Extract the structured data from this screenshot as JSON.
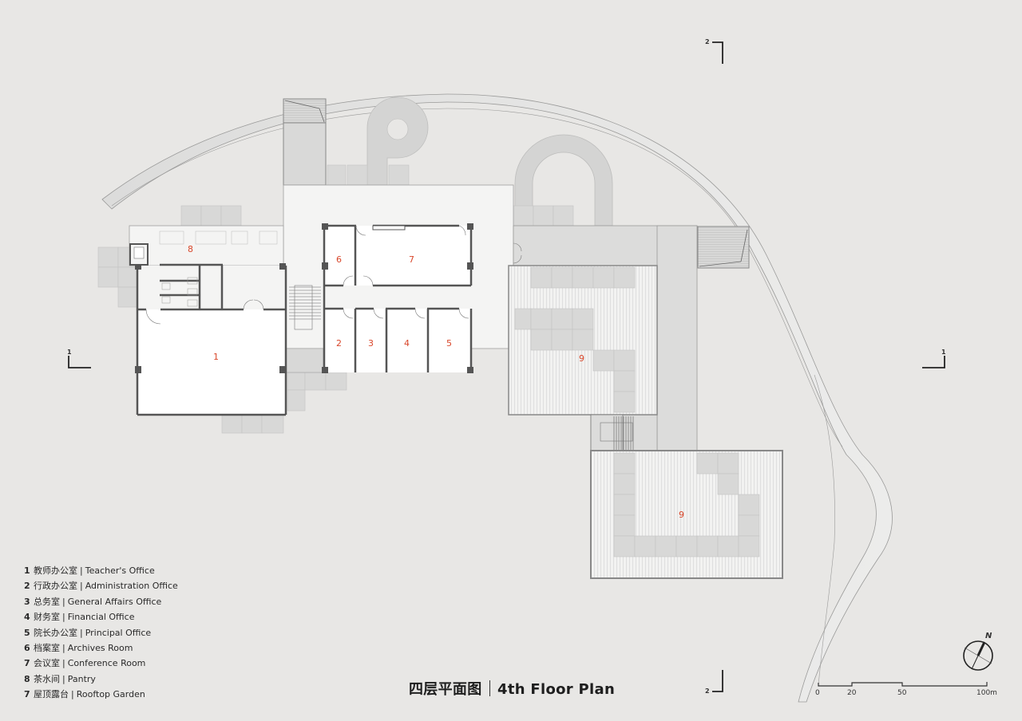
{
  "title": {
    "zh": "四层平面图",
    "en": "4th Floor Plan"
  },
  "legend": [
    {
      "num": "1",
      "zh": "教师办公室",
      "en": "Teacher's Office"
    },
    {
      "num": "2",
      "zh": "行政办公室",
      "en": "Administration Office"
    },
    {
      "num": "3",
      "zh": "总务室",
      "en": "General Affairs Office"
    },
    {
      "num": "4",
      "zh": "财务室",
      "en": "Financial Office"
    },
    {
      "num": "5",
      "zh": "院长办公室",
      "en": "Principal Office"
    },
    {
      "num": "6",
      "zh": "档案室",
      "en": "Archives Room"
    },
    {
      "num": "7",
      "zh": "会议室",
      "en": "Conference Room"
    },
    {
      "num": "8",
      "zh": "茶水间",
      "en": "Pantry"
    },
    {
      "num": "7",
      "zh": "屋顶露台",
      "en": "Rooftop Garden"
    }
  ],
  "room_labels": {
    "r1": "1",
    "r2": "2",
    "r3": "3",
    "r4": "4",
    "r5": "5",
    "r6": "6",
    "r7": "7",
    "r8": "8",
    "r9a": "9",
    "r9b": "9"
  },
  "section_markers": {
    "left": "1",
    "right": "1",
    "top": "2",
    "bottom": "2"
  },
  "scale_bar": {
    "ticks": [
      "0",
      "20",
      "50",
      "100m"
    ]
  },
  "north_arrow": {
    "label": "N"
  },
  "colors": {
    "background": "#e8e7e5",
    "room_number": "#d9472b",
    "wall": "#555555",
    "floor_interior": "#ffffff",
    "corridor": "#f4f4f3",
    "terrace": "#dcdcdb",
    "paving": "#d6d6d5"
  }
}
